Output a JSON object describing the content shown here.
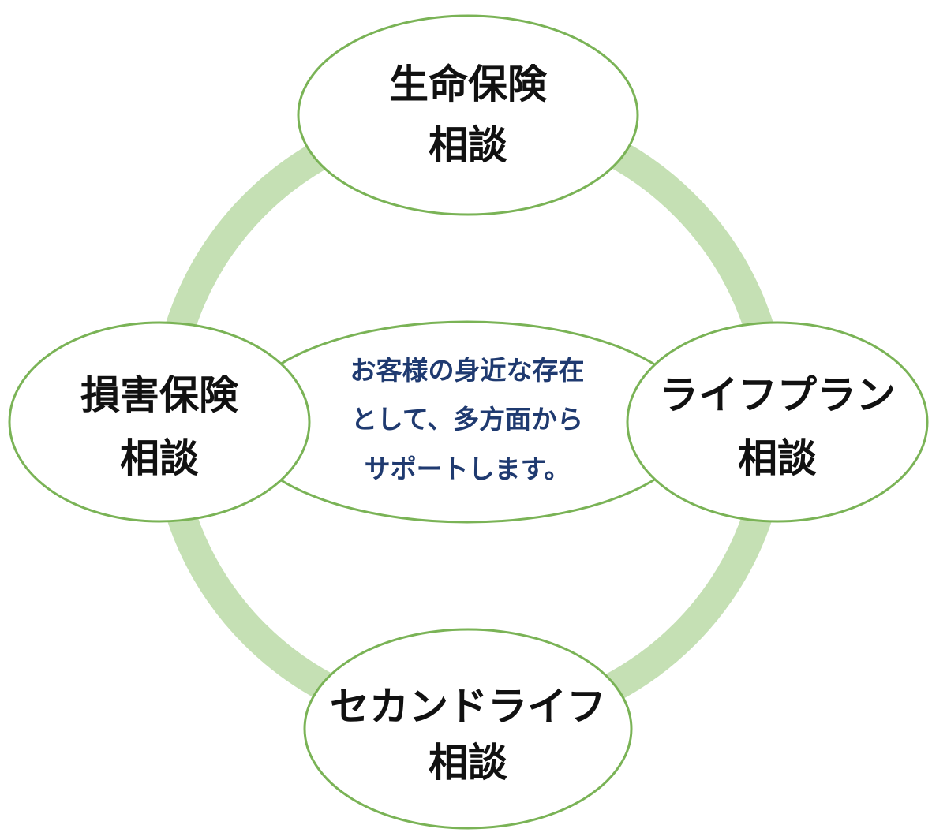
{
  "colors": {
    "ring": "#c5e0b4",
    "node_border": "#7ab356",
    "node_text": "#111111",
    "center_text": "#1f3a70",
    "background": "#ffffff"
  },
  "nodes": {
    "top": {
      "line1": "生命保険",
      "line2": "相談"
    },
    "left": {
      "line1": "損害保険",
      "line2": "相談"
    },
    "right": {
      "line1": "ライフプラン",
      "line2": "相談"
    },
    "bottom": {
      "line1": "セカンドライフ",
      "line2": "相談"
    }
  },
  "center": {
    "lines": [
      "お客様の身近な存在",
      "として、多方面から",
      "サポートします。"
    ]
  }
}
